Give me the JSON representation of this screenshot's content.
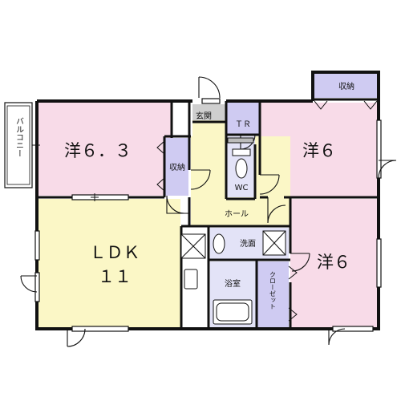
{
  "floorplan": {
    "colors": {
      "western_room": "#f8dbe8",
      "ldk": "#fbf7c6",
      "storage": "#cfcbf2",
      "wet_area": "#e3e3f7",
      "wall": "#111111"
    },
    "rooms": {
      "west_room_left": {
        "label": "洋６．３"
      },
      "west_room_top_right": {
        "label": "洋６"
      },
      "west_room_bottom_right": {
        "label": "洋６"
      },
      "ldk": {
        "label_line1": "ＬＤＫ",
        "label_line2": "１１"
      },
      "balcony": {
        "label": "バルコニー"
      },
      "storage_top_right": {
        "label": "収納"
      },
      "storage_left": {
        "label": "収納"
      },
      "entrance": {
        "label": "玄関"
      },
      "toilet_room": {
        "label": "ＴＲ"
      },
      "wc": {
        "label": "WC"
      },
      "hall": {
        "label": "ホール"
      },
      "washroom": {
        "label": "洗面"
      },
      "bathroom": {
        "label": "浴室"
      },
      "closet": {
        "label": "クローゼット"
      }
    }
  }
}
